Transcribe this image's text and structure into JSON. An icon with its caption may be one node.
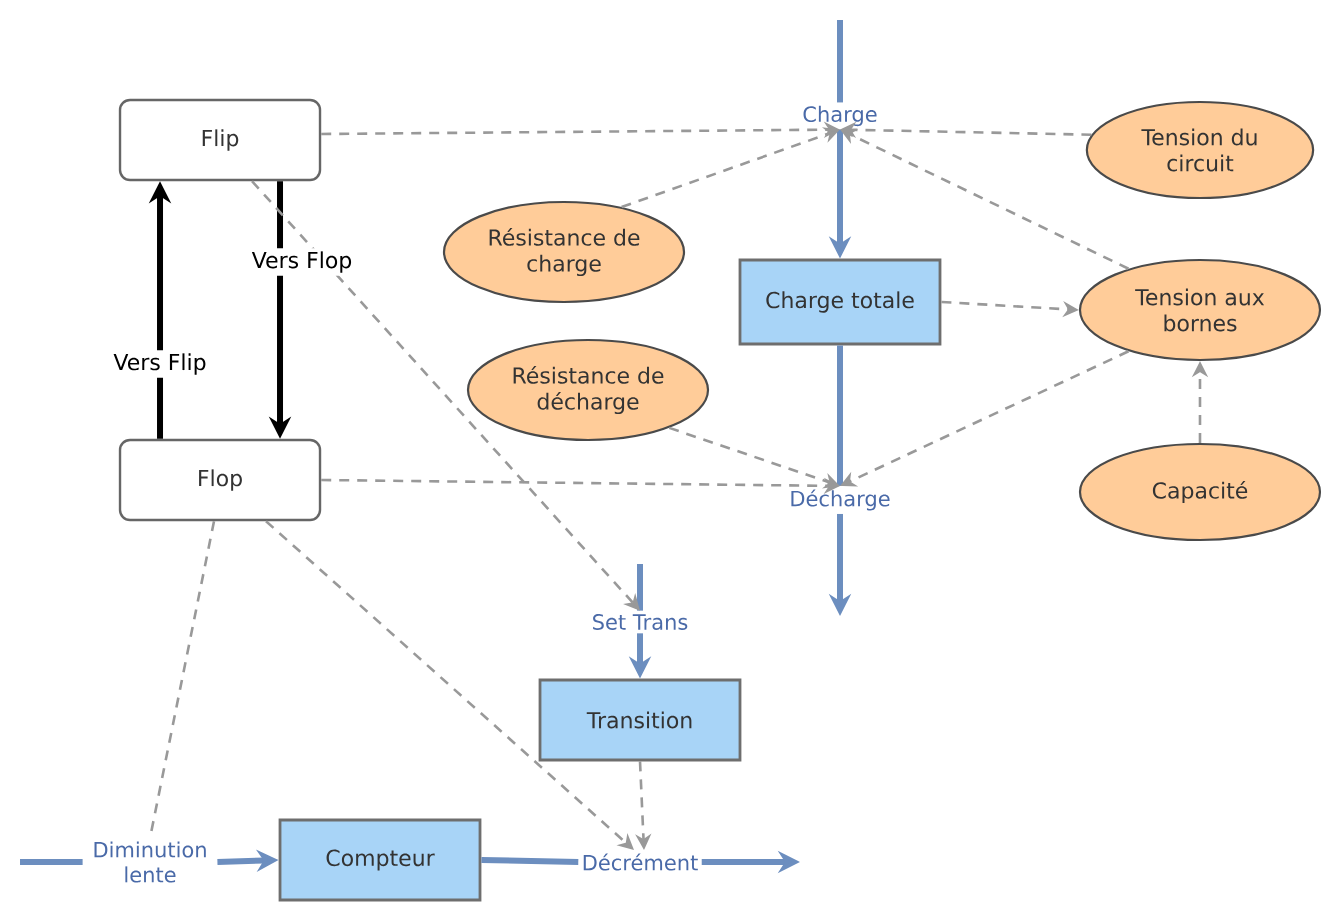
{
  "diagram": {
    "nodes": [
      {
        "text": [
          "Charge"
        ]
      },
      {
        "text": [
          "Flip"
        ]
      },
      {
        "text": [
          "Tension du circuit"
        ]
      },
      {
        "text": [
          "Résistance de charge"
        ]
      },
      {
        "text": [
          "Charge totale"
        ]
      },
      {
        "text": [
          "Tension aux bornes"
        ]
      },
      {
        "text": [
          "Résistance de décharge"
        ]
      },
      {
        "text": [
          "Flop"
        ]
      },
      {
        "text": [
          "Capacité"
        ]
      },
      {
        "text": [
          "Décharge"
        ]
      },
      {
        "text": [
          "Set Trans"
        ]
      },
      {
        "text": [
          "Transition"
        ]
      },
      {
        "text": [
          "Diminution lente"
        ]
      },
      {
        "text": [
          "Compteur"
        ]
      },
      {
        "text": [
          "Décrément"
        ]
      }
    ],
    "edges": [
      {
        "from": null,
        "to": 0,
        "arrow": "none",
        "style": "thick",
        "color": "#6c8ebf"
      },
      {
        "from": 0,
        "to": 4,
        "arrow": "to",
        "style": "thick",
        "color": "#6c8ebf"
      },
      {
        "from": 4,
        "to": 9,
        "arrow": "none",
        "style": "thick",
        "color": "#6c8ebf"
      },
      {
        "from": 9,
        "to": null,
        "arrow": "to",
        "style": "thick",
        "color": "#6c8ebf"
      },
      {
        "from": null,
        "to": 10,
        "arrow": "none",
        "style": "thick",
        "color": "#6c8ebf"
      },
      {
        "from": 10,
        "to": 11,
        "arrow": "to",
        "style": "thick",
        "color": "#6c8ebf"
      },
      {
        "from": null,
        "to": 12,
        "arrow": "none",
        "style": "thick",
        "color": "#6c8ebf"
      },
      {
        "from": 12,
        "to": 13,
        "arrow": "to",
        "style": "thick",
        "color": "#6c8ebf"
      },
      {
        "from": 13,
        "to": 14,
        "arrow": "none",
        "style": "thick",
        "color": "#6c8ebf"
      },
      {
        "from": 14,
        "to": null,
        "arrow": "to",
        "style": "thick",
        "color": "#6c8ebf"
      },
      {
        "from": 7,
        "to": 1,
        "arrow": "to",
        "label": "Vers Flip",
        "style": "thick",
        "color": "#000000"
      },
      {
        "from": 1,
        "to": 7,
        "arrow": "to",
        "label": "Vers Flop",
        "style": "thick",
        "color": "#000000"
      },
      {
        "from": 1,
        "to": 0,
        "arrow": "to",
        "style": "dashed"
      },
      {
        "from": 3,
        "to": 0,
        "arrow": "to",
        "style": "dashed"
      },
      {
        "from": 2,
        "to": 0,
        "arrow": "to",
        "style": "dashed"
      },
      {
        "from": 5,
        "to": 0,
        "arrow": "to",
        "style": "dashed"
      },
      {
        "from": 4,
        "to": 5,
        "arrow": "to",
        "style": "dashed"
      },
      {
        "from": 8,
        "to": 5,
        "arrow": "to",
        "style": "dashed"
      },
      {
        "from": 7,
        "to": 9,
        "arrow": "to",
        "style": "dashed"
      },
      {
        "from": 6,
        "to": 9,
        "arrow": "to",
        "style": "dashed"
      },
      {
        "from": 5,
        "to": 9,
        "arrow": "to",
        "style": "dashed"
      },
      {
        "from": 1,
        "to": 10,
        "arrow": "to",
        "style": "dashed"
      },
      {
        "from": 7,
        "to": 14,
        "arrow": "to",
        "style": "dashed"
      },
      {
        "from": 11,
        "to": 14,
        "arrow": "to",
        "style": "dashed"
      },
      {
        "from": 7,
        "to": 12,
        "arrow": "none",
        "style": "dashed"
      }
    ]
  }
}
